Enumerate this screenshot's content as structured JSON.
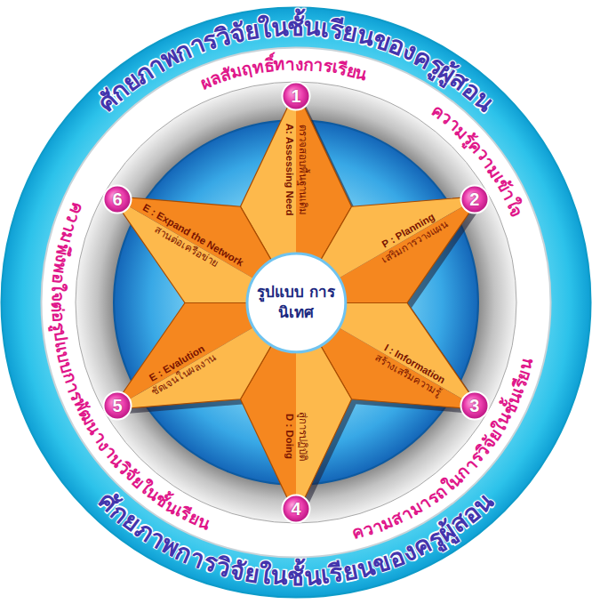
{
  "diagram": {
    "nodes": [
      {
        "text": [
          "ศักยภาพการวิจัยในชั้นเรียนของครูผู้สอน",
          "ศักยภาพการวิจัยในชั้นเรียนของครูผู้สอน"
        ]
      },
      {
        "text": [
          "ผลสัมฤทธิ์ทางการเรียน",
          "ความรู้ความเข้าใจ",
          "ความสามารถในการวิจัยในชั้นเรียน",
          "ความพึงพอใจต่อรูปแบบการพัฒนางานวิจัยในชั้นเรียน"
        ],
        "in": 0
      },
      {
        "text": [
          "รูปแบบ การนิเทศ"
        ],
        "in": 1
      },
      {
        "text": [
          "1"
        ],
        "in": 1
      },
      {
        "text": [
          "A: Assessing Need",
          "ตรวจสอบพื้นฐานเดิม"
        ],
        "in": 1
      },
      {
        "text": [
          "2"
        ],
        "in": 1
      },
      {
        "text": [
          "P : Planning",
          "เสริมการวางแผน"
        ],
        "in": 1
      },
      {
        "text": [
          "3"
        ],
        "in": 1
      },
      {
        "text": [
          "I : Information",
          "สร้างเสริมความรู้"
        ],
        "in": 1
      },
      {
        "text": [
          "4"
        ],
        "in": 1
      },
      {
        "text": [
          "D : Doing",
          "สู่การปฏิบัติ"
        ],
        "in": 1
      },
      {
        "text": [
          "5"
        ],
        "in": 1
      },
      {
        "text": [
          "E : Evalution",
          "ชัดเจนในผลงาน"
        ],
        "in": 1
      },
      {
        "text": [
          "6"
        ],
        "in": 1
      },
      {
        "text": [
          "E : Expand the Network",
          "สานต่อเครือข่าย"
        ],
        "in": 1
      }
    ]
  }
}
